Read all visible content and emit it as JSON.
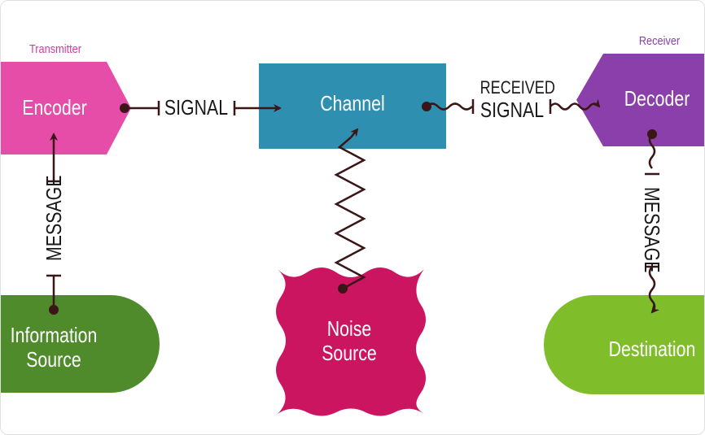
{
  "colors": {
    "encoder": "#e64da8",
    "channel": "#2e8fb0",
    "decoder": "#8a3fab",
    "info_source": "#4f8a2b",
    "destination": "#7fbd2a",
    "noise": "#cc1560",
    "line": "#3a1616",
    "transmitter_label": "#d03aa0",
    "receiver_label": "#8a3fab"
  },
  "nodes": {
    "transmitter_label": "Transmitter",
    "receiver_label": "Receiver",
    "encoder": "Encoder",
    "channel": "Channel",
    "decoder": "Decoder",
    "info_source_line1": "Information",
    "info_source_line2": "Source",
    "noise_line1": "Noise",
    "noise_line2": "Source",
    "destination": "Destination"
  },
  "connectors": {
    "signal": "SIGNAL",
    "received_line1": "RECEIVED",
    "received_line2": "SIGNAL",
    "message_left": "MESSAGE",
    "message_right": "MESSAGE"
  }
}
